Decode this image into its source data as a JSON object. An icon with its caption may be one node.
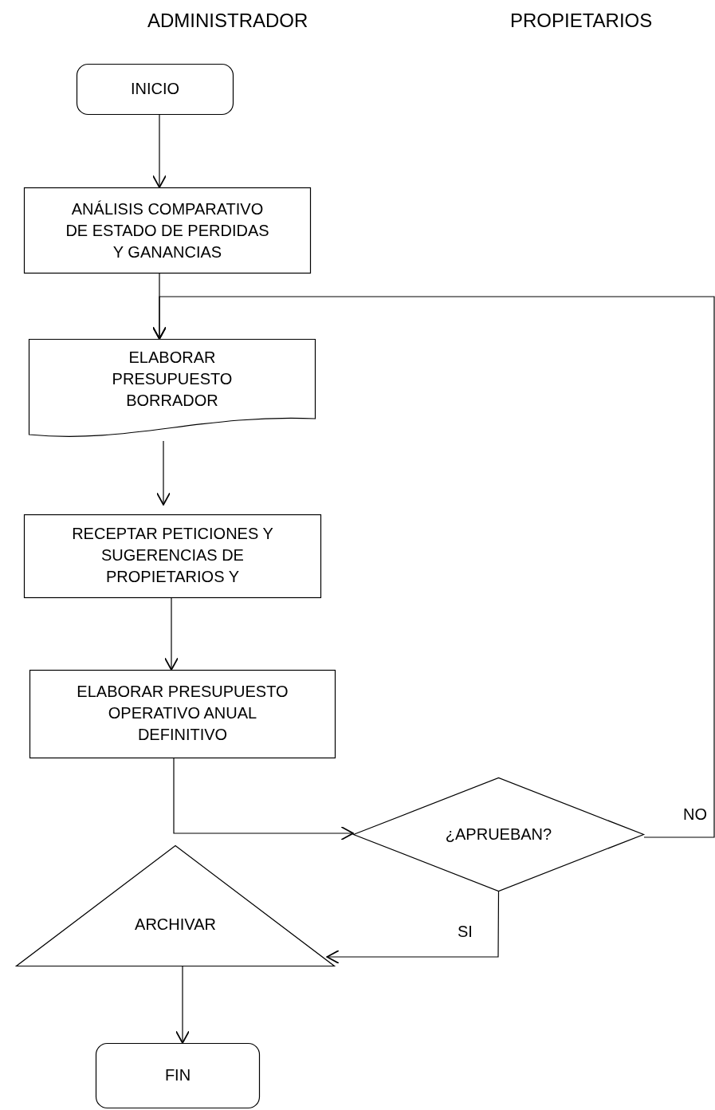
{
  "diagram": {
    "nodes": [
      {
        "text": [
          "INICIO"
        ]
      },
      {
        "text": [
          "ANÁLISIS COMPARATIVO DE ESTADO DE PERDIDAS Y GANANCIAS"
        ]
      },
      {
        "text": [
          "ELABORAR PRESUPUESTO BORRADOR"
        ]
      },
      {
        "text": [
          "RECEPTAR PETICIONES Y SUGERENCIAS DE PROPIETARIOS Y"
        ]
      },
      {
        "text": [
          "ELABORAR PRESUPUESTO OPERATIVO ANUAL DEFINITIVO"
        ]
      },
      {
        "text": [
          "¿APRUEBAN?"
        ]
      },
      {
        "text": [
          "ARCHIVAR"
        ]
      },
      {
        "text": [
          "FIN"
        ]
      }
    ],
    "edges": [
      {
        "from": 0,
        "to": 1,
        "arrow": "to"
      },
      {
        "from": 1,
        "to": 2,
        "arrow": "to"
      },
      {
        "from": 2,
        "to": 3,
        "arrow": "to"
      },
      {
        "from": 3,
        "to": 4,
        "arrow": "to"
      },
      {
        "from": 4,
        "to": 5,
        "arrow": "to"
      },
      {
        "from": 5,
        "to": 2,
        "arrow": "to",
        "label": "NO"
      },
      {
        "from": 5,
        "to": 6,
        "arrow": "to",
        "label": "SI"
      },
      {
        "from": 6,
        "to": 7,
        "arrow": "to"
      }
    ],
    "labels": [
      "ADMINISTRADOR",
      "PROPIETARIOS"
    ]
  }
}
